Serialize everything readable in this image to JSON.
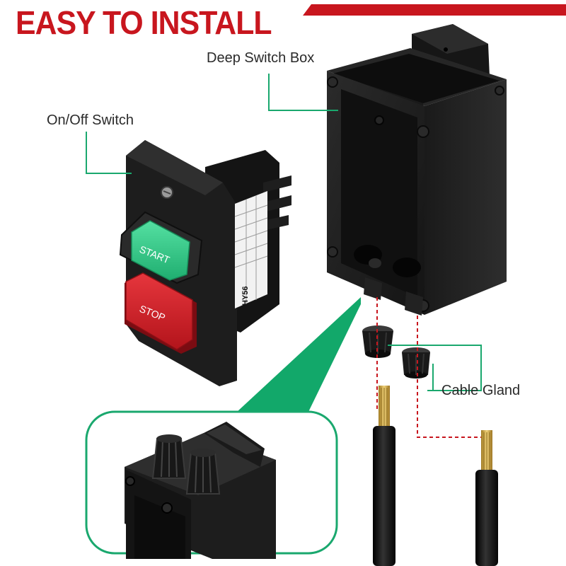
{
  "headline": "EASY TO INSTALL",
  "callouts": {
    "switch_box": "Deep Switch Box",
    "on_off_switch": "On/Off Switch",
    "cable_gland": "Cable Gland"
  },
  "switch": {
    "start_label": "START",
    "stop_label": "STOP",
    "model_code": "HY56"
  },
  "colors": {
    "brand_red": "#c8161e",
    "callout_green": "#1aa86e",
    "start_green": "#3ed08f",
    "stop_red": "#d7262e",
    "housing_black": "#1c1c1c",
    "wire_copper": "#c9a642"
  }
}
